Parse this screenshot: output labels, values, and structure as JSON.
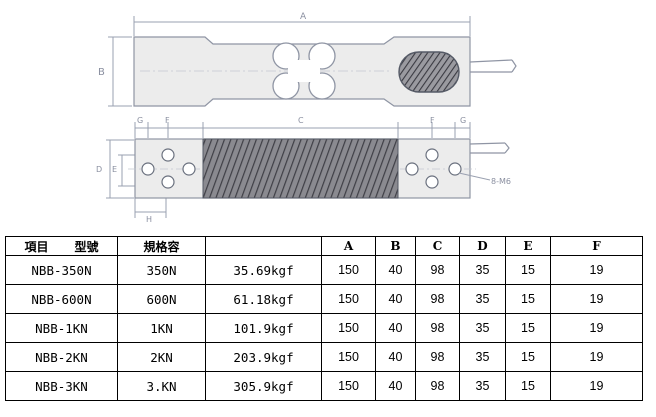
{
  "drawing": {
    "dim_labels": {
      "A": "A",
      "B": "B",
      "C": "C",
      "D": "D",
      "E": "E",
      "F_left": "F",
      "G_left": "G",
      "F_right": "F",
      "G_right": "G",
      "H": "H",
      "thread": "8-M6"
    }
  },
  "table": {
    "header": {
      "item": "項目",
      "model": "型號",
      "spec": "規格容",
      "blank": "",
      "A": "A",
      "B": "B",
      "C": "C",
      "D": "D",
      "E": "E",
      "F": "F"
    },
    "rows": [
      {
        "model": "NBB-350N",
        "capacity": "350N",
        "kgf": "35.69kgf",
        "A": "150",
        "B": "40",
        "C": "98",
        "D": "35",
        "E": "15",
        "F": "19"
      },
      {
        "model": "NBB-600N",
        "capacity": "600N",
        "kgf": "61.18kgf",
        "A": "150",
        "B": "40",
        "C": "98",
        "D": "35",
        "E": "15",
        "F": "19"
      },
      {
        "model": "NBB-1KN",
        "capacity": "1KN",
        "kgf": "101.9kgf",
        "A": "150",
        "B": "40",
        "C": "98",
        "D": "35",
        "E": "15",
        "F": "19"
      },
      {
        "model": "NBB-2KN",
        "capacity": "2KN",
        "kgf": "203.9kgf",
        "A": "150",
        "B": "40",
        "C": "98",
        "D": "35",
        "E": "15",
        "F": "19"
      },
      {
        "model": "NBB-3KN",
        "capacity": "3.KN",
        "kgf": "305.9kgf",
        "A": "150",
        "B": "40",
        "C": "98",
        "D": "35",
        "E": "15",
        "F": "19"
      }
    ]
  }
}
